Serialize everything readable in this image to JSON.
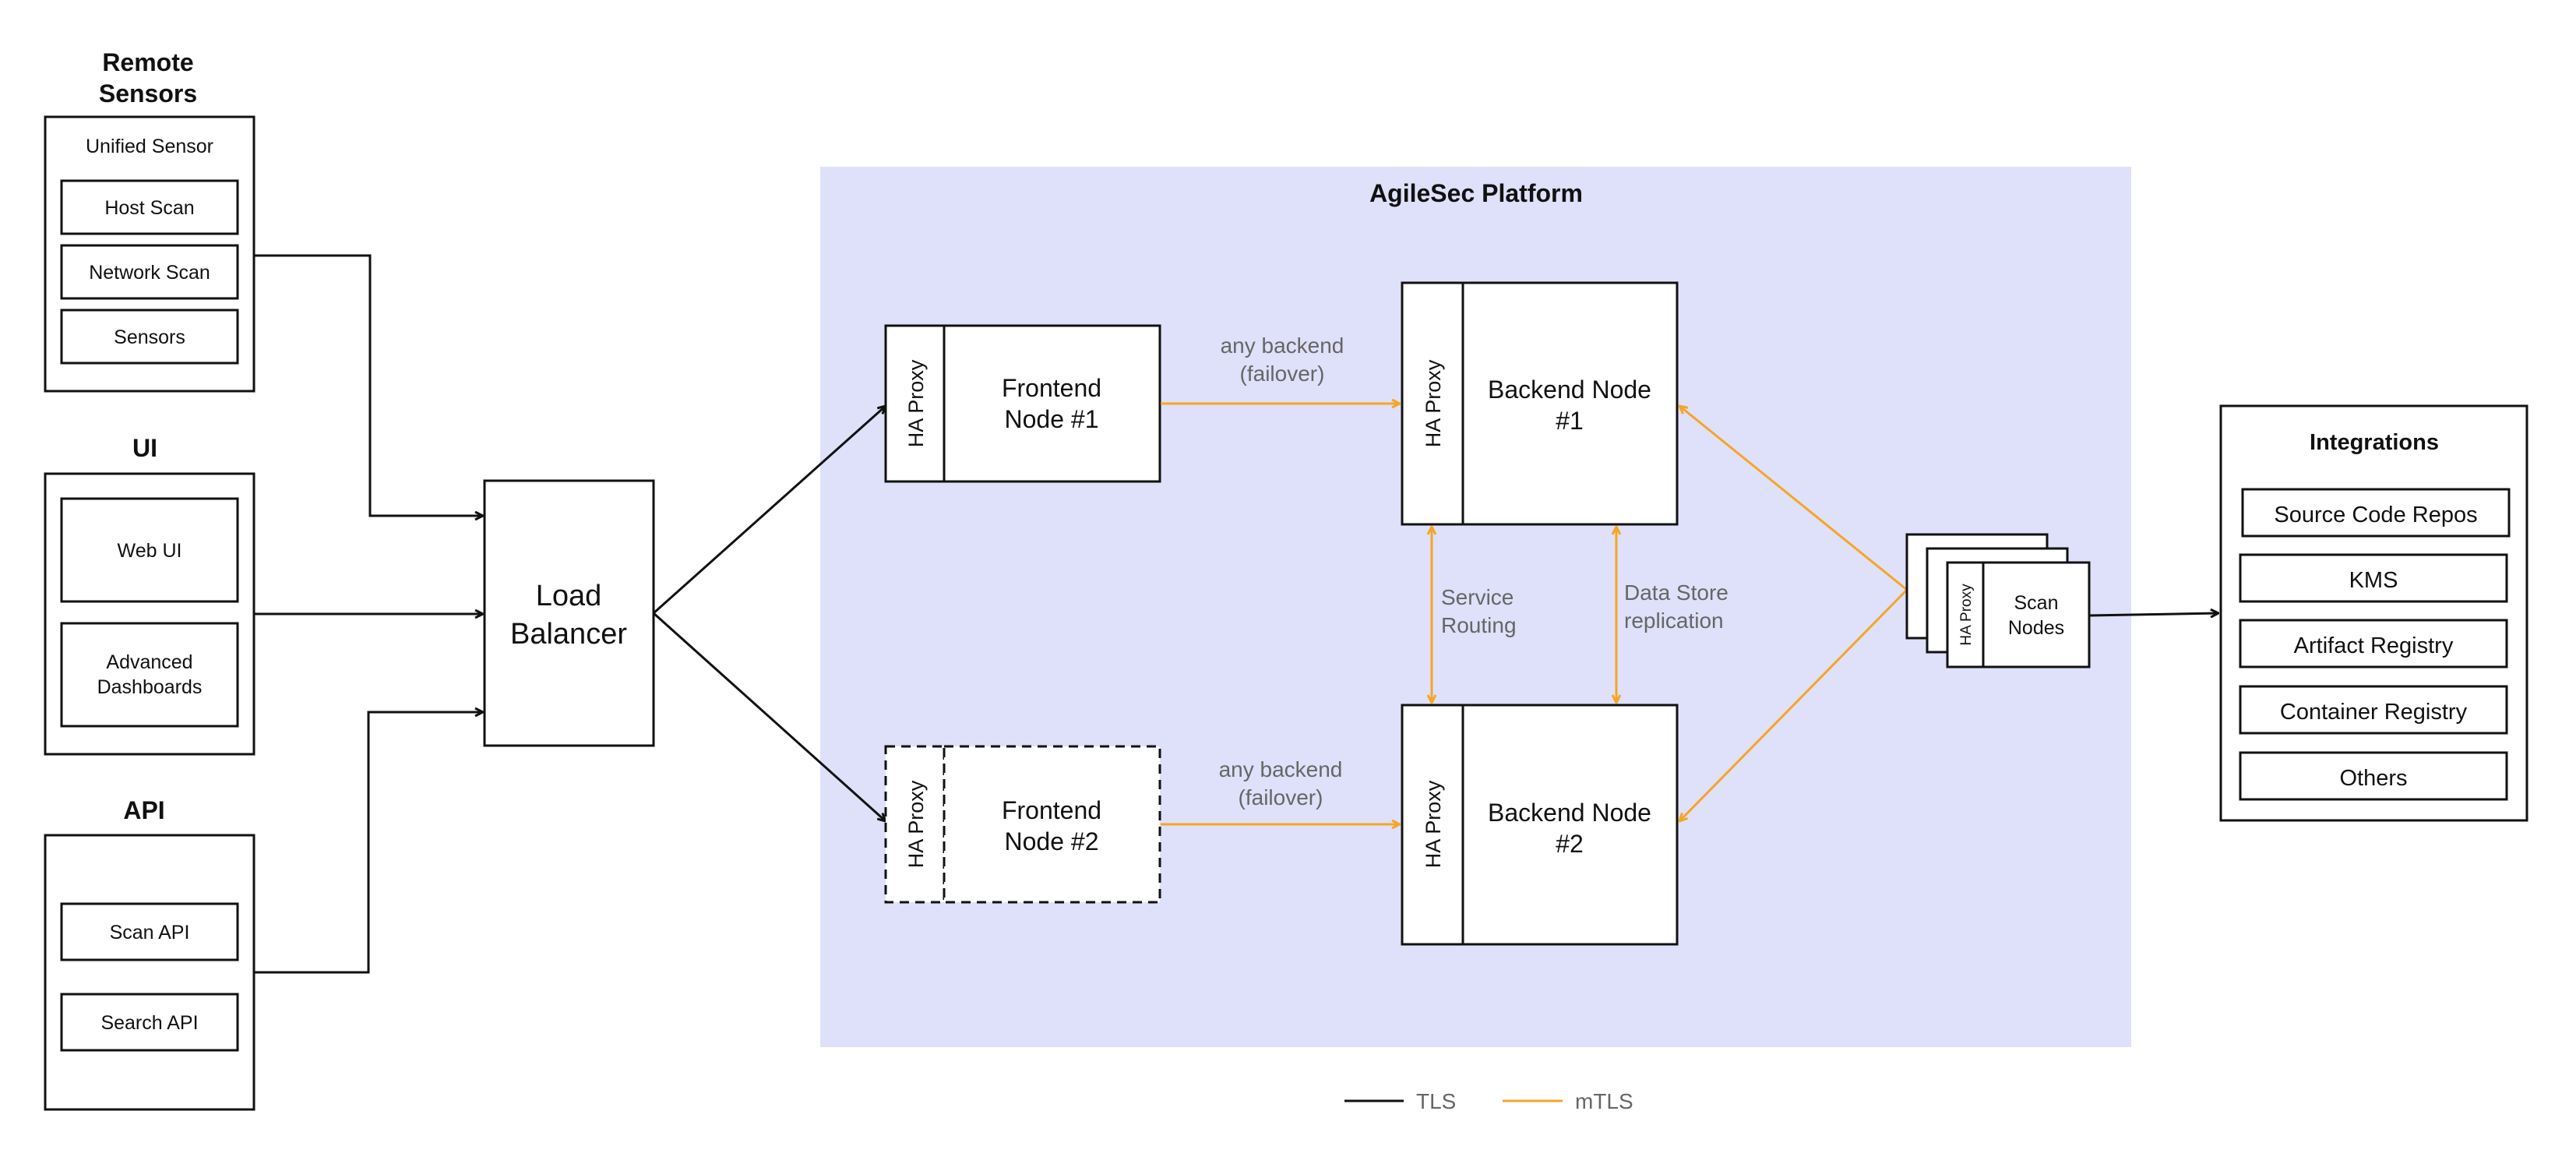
{
  "colors": {
    "platform_bg": "#dfe0fa",
    "tls_line": "#111111",
    "mtls_line": "#f5a623",
    "box_border": "#111111",
    "annotation_text": "#666666"
  },
  "remote_sensors": {
    "title_line1": "Remote",
    "title_line2": "Sensors",
    "group_label": "Unified Sensor",
    "items": [
      "Host Scan",
      "Network Scan",
      "Sensors"
    ]
  },
  "ui_group": {
    "title": "UI",
    "web_ui": "Web UI",
    "advanced_dashboards_line1": "Advanced",
    "advanced_dashboards_line2": "Dashboards"
  },
  "api_group": {
    "title": "API",
    "items": [
      "Scan API",
      "Search API"
    ]
  },
  "load_balancer": {
    "line1": "Load",
    "line2": "Balancer"
  },
  "platform": {
    "title": "AgileSec Platform"
  },
  "ha_proxy_label": "HA Proxy",
  "frontend1": {
    "line1": "Frontend",
    "line2": "Node #1"
  },
  "frontend2": {
    "line1": "Frontend",
    "line2": "Node #2"
  },
  "backend1": {
    "line1": "Backend Node",
    "line2": "#1"
  },
  "backend2": {
    "line1": "Backend Node",
    "line2": "#2"
  },
  "annotations": {
    "any_backend": "any backend",
    "failover": "(failover)",
    "service_line1": "Service",
    "service_line2": "Routing",
    "datastore_line1": "Data Store",
    "datastore_line2": "replication"
  },
  "scan_nodes": {
    "line1": "Scan",
    "line2": "Nodes"
  },
  "integrations": {
    "title": "Integrations",
    "items": [
      "Source Code Repos",
      "KMS",
      "Artifact Registry",
      "Container Registry",
      "Others"
    ]
  },
  "legend": {
    "tls": "TLS",
    "mtls": "mTLS"
  }
}
